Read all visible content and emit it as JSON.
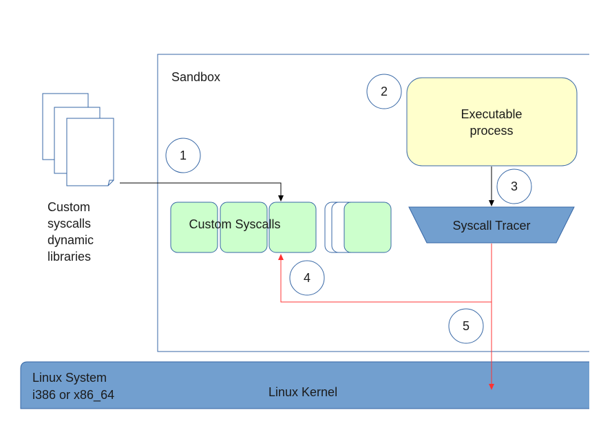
{
  "sandbox": {
    "label": "Sandbox"
  },
  "libraries": {
    "label_lines": [
      "Custom",
      "syscalls",
      "dynamic",
      "libraries"
    ]
  },
  "executable": {
    "label_lines": [
      "Executable",
      "process"
    ]
  },
  "custom_syscalls": {
    "label": "Custom Syscalls"
  },
  "tracer": {
    "label": "Syscall Tracer"
  },
  "linux": {
    "system_lines": [
      "Linux System",
      "i386 or x86_64"
    ],
    "kernel_label": "Linux Kernel"
  },
  "steps": [
    "1",
    "2",
    "3",
    "4",
    "5"
  ],
  "colors": {
    "executable_fill": "#ffffcc",
    "syscall_fill": "#ccffcc",
    "tracer_fill": "#729fcf",
    "kernel_fill": "#729fcf",
    "border": "#3465a4",
    "red_arrow": "#ff3333"
  }
}
